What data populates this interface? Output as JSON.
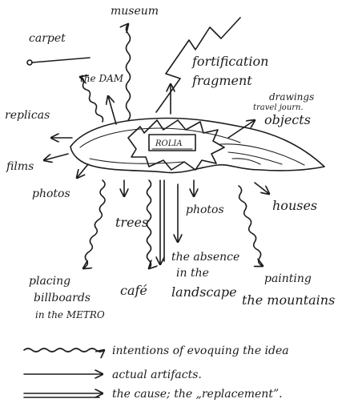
{
  "labels": {
    "carpet": "carpet",
    "museum": "museum",
    "fortification": "fortification",
    "fragment": "fragment",
    "the_dam": "the DAM",
    "drawings": "drawings",
    "travel": "travel journ.",
    "objects": "objects",
    "replicas": "replicas",
    "films": "films",
    "photos_left": "photos",
    "trees": "trees",
    "photos_right": "photos",
    "houses": "houses",
    "absence_1": "the absence",
    "absence_2": "in the",
    "absence_3": "landscape",
    "placing": "placing",
    "billboards": "billboards",
    "metro": "in the METRO",
    "cafe": "café",
    "painting": "painting",
    "mountains": "the mountains",
    "center_box": "ROLIA"
  },
  "legend": [
    {
      "style": "wavy",
      "text": "intentions of evoquing the idea"
    },
    {
      "style": "single",
      "text": "actual artifacts."
    },
    {
      "style": "double",
      "text": "the cause; the „replacement”."
    }
  ]
}
